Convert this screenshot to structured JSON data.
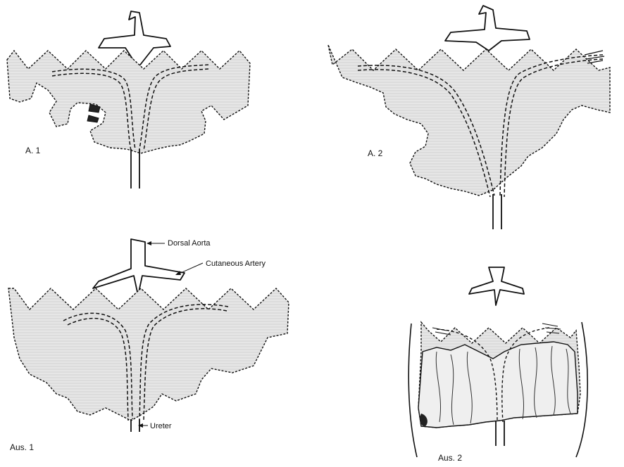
{
  "panels": [
    {
      "id": "A1",
      "label": "A. 1"
    },
    {
      "id": "A2",
      "label": "A. 2"
    },
    {
      "id": "Aus1",
      "label": "Aus. 1"
    },
    {
      "id": "Aus2",
      "label": "Aus. 2"
    }
  ],
  "annotations": {
    "dorsal_aorta": "Dorsal Aorta",
    "cutaneous_artery": "Cutaneous Artery",
    "ureter": "Ureter"
  },
  "colors": {
    "ink": "#111111",
    "tissue": "#e3e3e3",
    "background": "#ffffff"
  }
}
